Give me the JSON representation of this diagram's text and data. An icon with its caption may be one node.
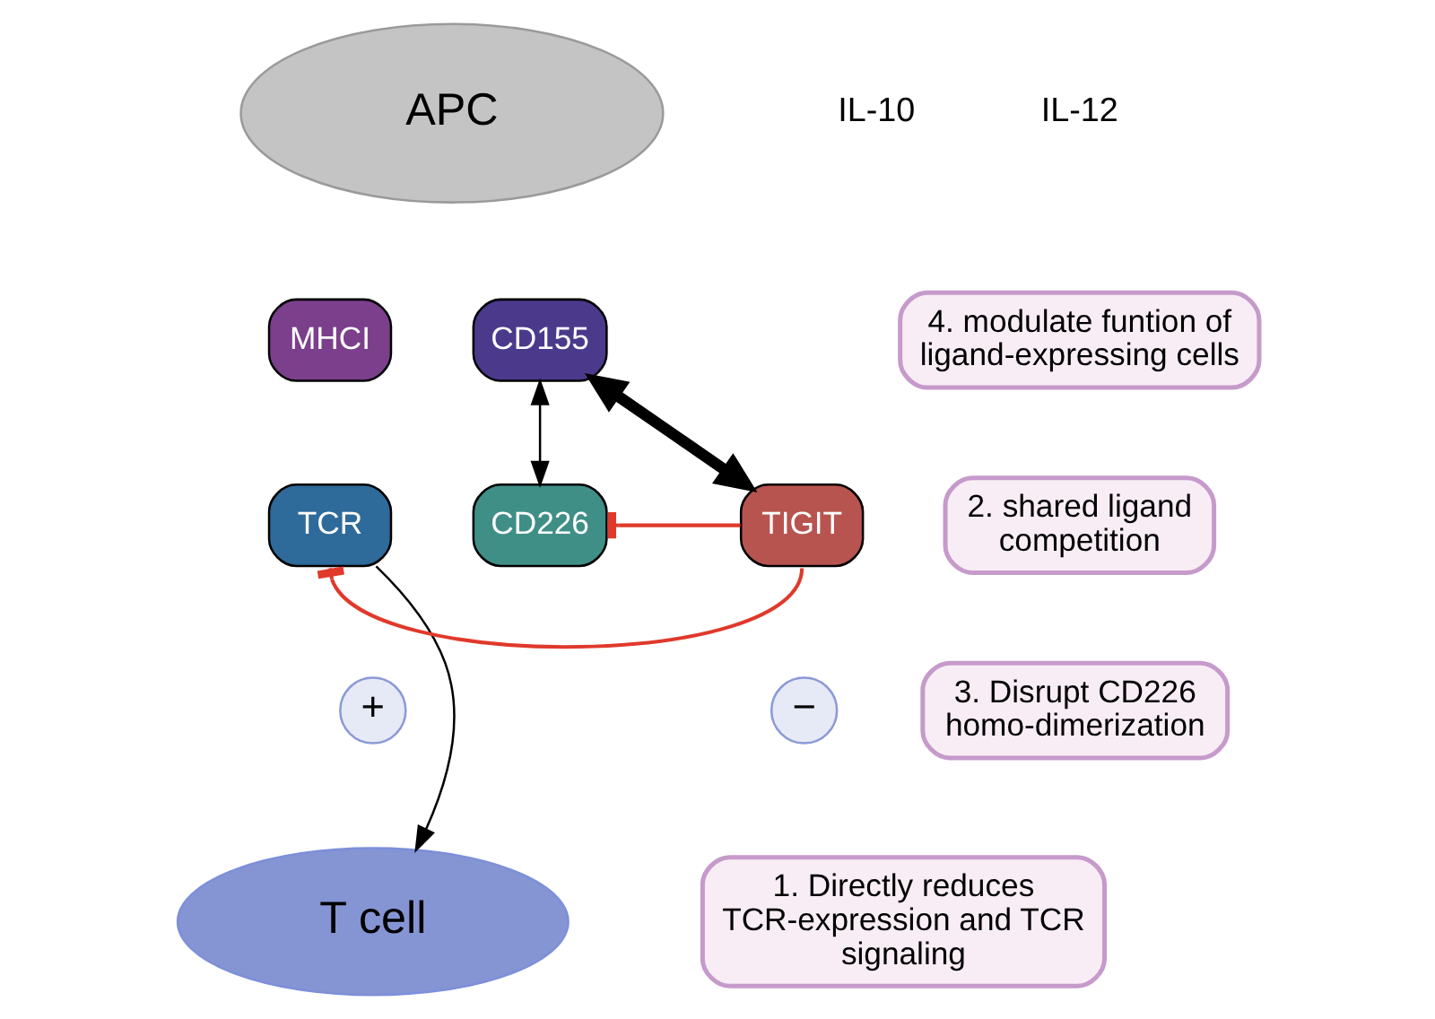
{
  "diagram": {
    "nodes": [
      {
        "text": [
          "APC"
        ]
      },
      {
        "text": [
          "MHCI"
        ]
      },
      {
        "text": [
          "CD155"
        ]
      },
      {
        "text": [
          "TCR"
        ]
      },
      {
        "text": [
          "CD226"
        ]
      },
      {
        "text": [
          "TIGIT"
        ]
      },
      {
        "text": [
          "+"
        ]
      },
      {
        "text": [
          "−"
        ]
      },
      {
        "text": [
          "T cell"
        ]
      },
      {
        "text": [
          "4. modulate funtion of ligand-expressing cells"
        ]
      },
      {
        "text": [
          "2. shared ligand competition"
        ]
      },
      {
        "text": [
          "3. Disrupt CD226 homo-dimerization"
        ]
      },
      {
        "text": [
          "1. Directly reduces TCR-expression and TCR signaling"
        ]
      }
    ],
    "edges": [
      {
        "from": 2,
        "to": 4,
        "arrow": "both"
      },
      {
        "from": 2,
        "to": 5,
        "arrow": "both",
        "style": "thick"
      },
      {
        "from": 5,
        "to": 4,
        "arrow": "other",
        "color": "#e0392b"
      },
      {
        "from": 5,
        "to": 3,
        "arrow": "other",
        "color": "#e0392b"
      },
      {
        "from": 3,
        "to": 8,
        "arrow": "to"
      }
    ],
    "labels": [
      "IL-10",
      "IL-12"
    ]
  }
}
